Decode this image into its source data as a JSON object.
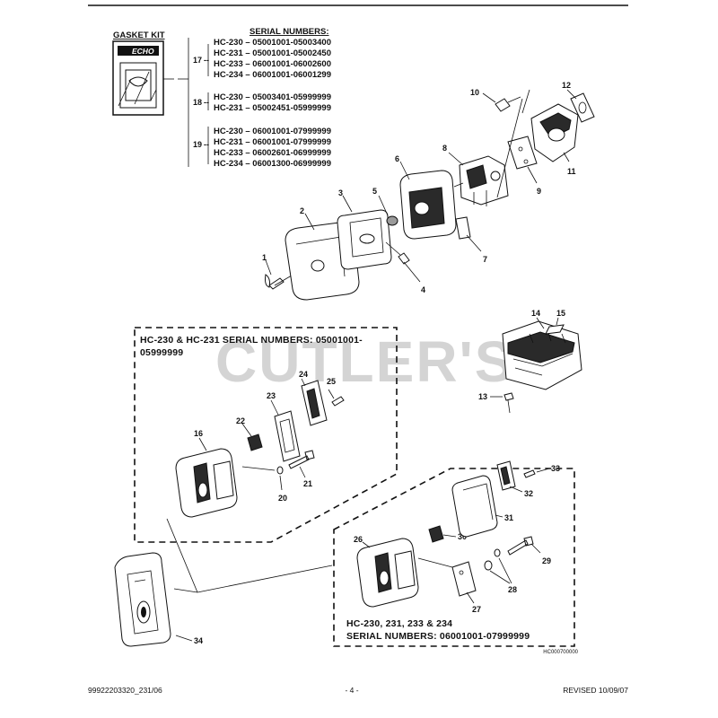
{
  "gasket_kit": {
    "heading": "GASKET KIT",
    "brand": "ECHO",
    "serial_heading": "SERIAL NUMBERS:",
    "groups": [
      {
        "ref": "17",
        "lines": [
          "HC-230 – 05001001-05003400",
          "HC-231 – 05001001-05002450",
          "HC-233 – 06001001-06002600",
          "HC-234 – 06001001-06001299"
        ]
      },
      {
        "ref": "18",
        "lines": [
          "HC-230 – 05003401-05999999",
          "HC-231 – 05002451-05999999"
        ]
      },
      {
        "ref": "19",
        "lines": [
          "HC-230 – 06001001-07999999",
          "HC-231 – 06001001-07999999",
          "HC-233 – 06002601-06999999",
          "HC-234 – 06001300-06999999"
        ]
      }
    ]
  },
  "callouts": [
    "1",
    "2",
    "3",
    "4",
    "5",
    "6",
    "7",
    "8",
    "9",
    "10",
    "11",
    "12",
    "13",
    "14",
    "15",
    "16",
    "20",
    "21",
    "22",
    "23",
    "24",
    "25",
    "26",
    "27",
    "28",
    "29",
    "30",
    "31",
    "32",
    "33",
    "34"
  ],
  "watermark": "CUTLER'S",
  "box_upper": {
    "title_1": "HC-230 & HC-231 SERIAL NUMBERS: 05001001-",
    "title_2": "05999999"
  },
  "box_lower": {
    "title_1": "HC-230, 231, 233 & 234",
    "title_2": "SERIAL NUMBERS: 06001001-07999999"
  },
  "figure_code": "HC000700000",
  "footer": {
    "left": "99922203320_231/06",
    "center": "- 4 -",
    "right": "REVISED 10/09/07"
  }
}
